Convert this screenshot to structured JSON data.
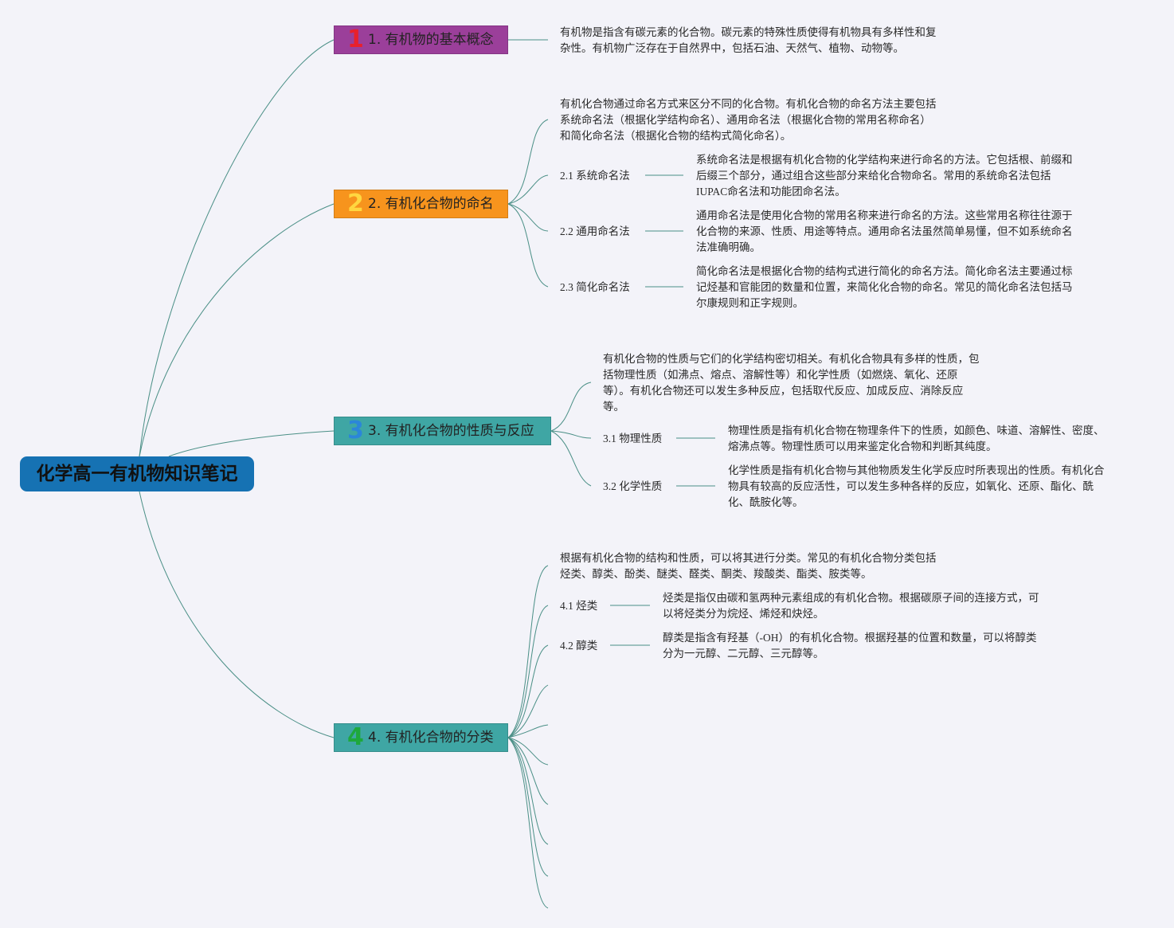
{
  "root": {
    "title": "化学高一有机物知识笔记"
  },
  "topics": [
    {
      "num": "1",
      "label": "1. 有机物的基本概念",
      "color": "#9b3f9a",
      "num_color": "#e8202c"
    },
    {
      "num": "2",
      "label": "2. 有机化合物的命名",
      "color": "#f7941d",
      "num_color": "#ffd740"
    },
    {
      "num": "3",
      "label": "3. 有机化合物的性质与反应",
      "color": "#3fa6a4",
      "num_color": "#2b86d9"
    },
    {
      "num": "4",
      "label": "4. 有机化合物的分类",
      "color": "#3fa6a4",
      "num_color": "#1ea83c"
    }
  ],
  "t1": {
    "desc": [
      "有机物是指含有碳元素的化合物。碳元素的特殊性质使得有机物具有多样性和复",
      "杂性。有机物广泛存在于自然界中，包括石油、天然气、植物、动物等。"
    ]
  },
  "t2": {
    "desc": [
      "有机化合物通过命名方式来区分不同的化合物。有机化合物的命名方法主要包括",
      "系统命名法（根据化学结构命名）、通用命名法（根据化合物的常用名称命名）",
      "和简化命名法（根据化合物的结构式简化命名）。"
    ],
    "subs": [
      {
        "label": "2.1 系统命名法",
        "desc": [
          "系统命名法是根据有机化合物的化学结构来进行命名的方法。它包括根、前缀和",
          "后缀三个部分，通过组合这些部分来给化合物命名。常用的系统命名法包括",
          "IUPAC命名法和功能团命名法。"
        ]
      },
      {
        "label": "2.2 通用命名法",
        "desc": [
          "通用命名法是使用化合物的常用名称来进行命名的方法。这些常用名称往往源于",
          "化合物的来源、性质、用途等特点。通用命名法虽然简单易懂，但不如系统命名",
          "法准确明确。"
        ]
      },
      {
        "label": "2.3 简化命名法",
        "desc": [
          "简化命名法是根据化合物的结构式进行简化的命名方法。简化命名法主要通过标",
          "记烃基和官能团的数量和位置，来简化化合物的命名。常见的简化命名法包括马",
          "尔康规则和正字规则。"
        ]
      }
    ]
  },
  "t3": {
    "desc": [
      "有机化合物的性质与它们的化学结构密切相关。有机化合物具有多样的性质，包",
      "括物理性质（如沸点、熔点、溶解性等）和化学性质（如燃烧、氧化、还原",
      "等）。有机化合物还可以发生多种反应，包括取代反应、加成反应、消除反应",
      "等。"
    ],
    "subs": [
      {
        "label": "3.1 物理性质",
        "desc": [
          "物理性质是指有机化合物在物理条件下的性质，如颜色、味道、溶解性、密度、",
          "熔沸点等。物理性质可以用来鉴定化合物和判断其纯度。"
        ]
      },
      {
        "label": "3.2 化学性质",
        "desc": [
          "化学性质是指有机化合物与其他物质发生化学反应时所表现出的性质。有机化合",
          "物具有较高的反应活性，可以发生多种各样的反应，如氧化、还原、酯化、酰",
          "化、酰胺化等。"
        ]
      }
    ]
  },
  "t4": {
    "desc": [
      "根据有机化合物的结构和性质，可以将其进行分类。常见的有机化合物分类包括",
      "烃类、醇类、酚类、醚类、醛类、酮类、羧酸类、酯类、胺类等。"
    ],
    "subs": [
      {
        "label": "4.1 烃类",
        "desc": [
          "烃类是指仅由碳和氢两种元素组成的有机化合物。根据碳原子间的连接方式，可",
          "以将烃类分为烷烃、烯烃和炔烃。"
        ]
      },
      {
        "label": "4.2 醇类",
        "desc": [
          "醇类是指含有羟基（-OH）的有机化合物。根据羟基的位置和数量，可以将醇类",
          "分为一元醇、二元醇、三元醇等。"
        ]
      }
    ]
  },
  "colors": {
    "line": "#4a8f86",
    "background": "#f3f3f9",
    "root": "#1672b3"
  }
}
